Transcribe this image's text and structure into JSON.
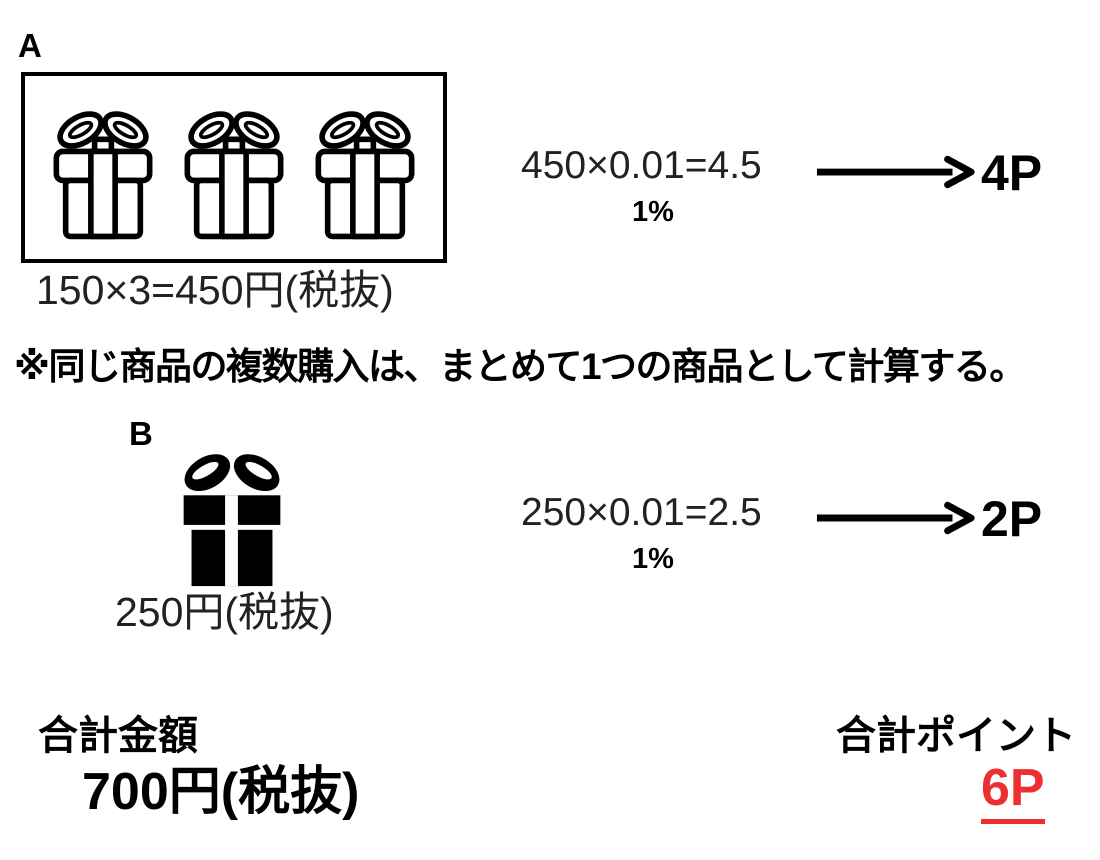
{
  "colors": {
    "text": "#222222",
    "bold_text": "#000000",
    "accent_red": "#ee2f2f"
  },
  "icons": {
    "gift_outline": "gift-icon",
    "gift_solid": "gift-icon",
    "arrow": "arrow-right-icon"
  },
  "item_a": {
    "label": "A",
    "quantity": 3,
    "price_label": "150×3=450円(税抜)",
    "calculation": "450×0.01=4.5",
    "rate_label": "1%",
    "points_label": "4P"
  },
  "note": "※同じ商品の複数購入は、まとめて1つの商品として計算する。",
  "item_b": {
    "label": "B",
    "quantity": 1,
    "price_label": "250円(税抜)",
    "calculation": "250×0.01=2.5",
    "rate_label": "1%",
    "points_label": "2P"
  },
  "totals": {
    "amount_title": "合計金額",
    "amount_value": "700円(税抜)",
    "points_title": "合計ポイント",
    "points_value": "6P"
  }
}
